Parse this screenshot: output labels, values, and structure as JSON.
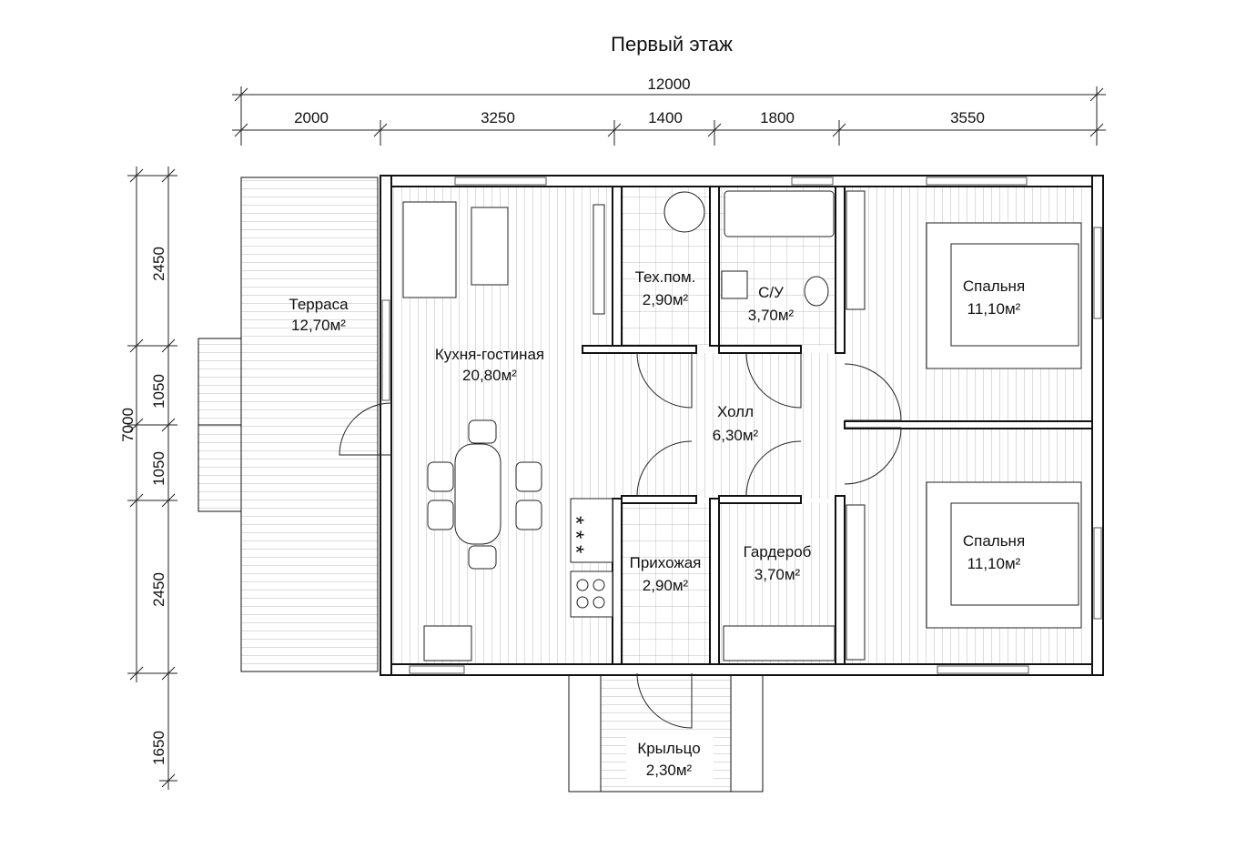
{
  "title": "Первый этаж",
  "dimensions": {
    "top_total": "12000",
    "top_segments": [
      "2000",
      "3250",
      "1400",
      "1800",
      "3550"
    ],
    "left_total": "7000",
    "left_segments": [
      "2450",
      "1050",
      "1050",
      "2450",
      "1650"
    ]
  },
  "rooms": {
    "terrace": {
      "name": "Терраса",
      "area": "12,70м²"
    },
    "kitchen": {
      "name": "Кухня-гостиная",
      "area": "20,80м²"
    },
    "tech": {
      "name": "Тех.пом.",
      "area": "2,90м²"
    },
    "bath": {
      "name": "С/У",
      "area": "3,70м²"
    },
    "bedroom1": {
      "name": "Спальня",
      "area": "11,10м²"
    },
    "hall": {
      "name": "Холл",
      "area": "6,30м²"
    },
    "entry": {
      "name": "Прихожая",
      "area": "2,90м²"
    },
    "wardrobe": {
      "name": "Гардероб",
      "area": "3,70м²"
    },
    "bedroom2": {
      "name": "Спальня",
      "area": "11,10м²"
    },
    "porch": {
      "name": "Крыльцо",
      "area": "2,30м²"
    }
  },
  "stove_marks": "* * *"
}
